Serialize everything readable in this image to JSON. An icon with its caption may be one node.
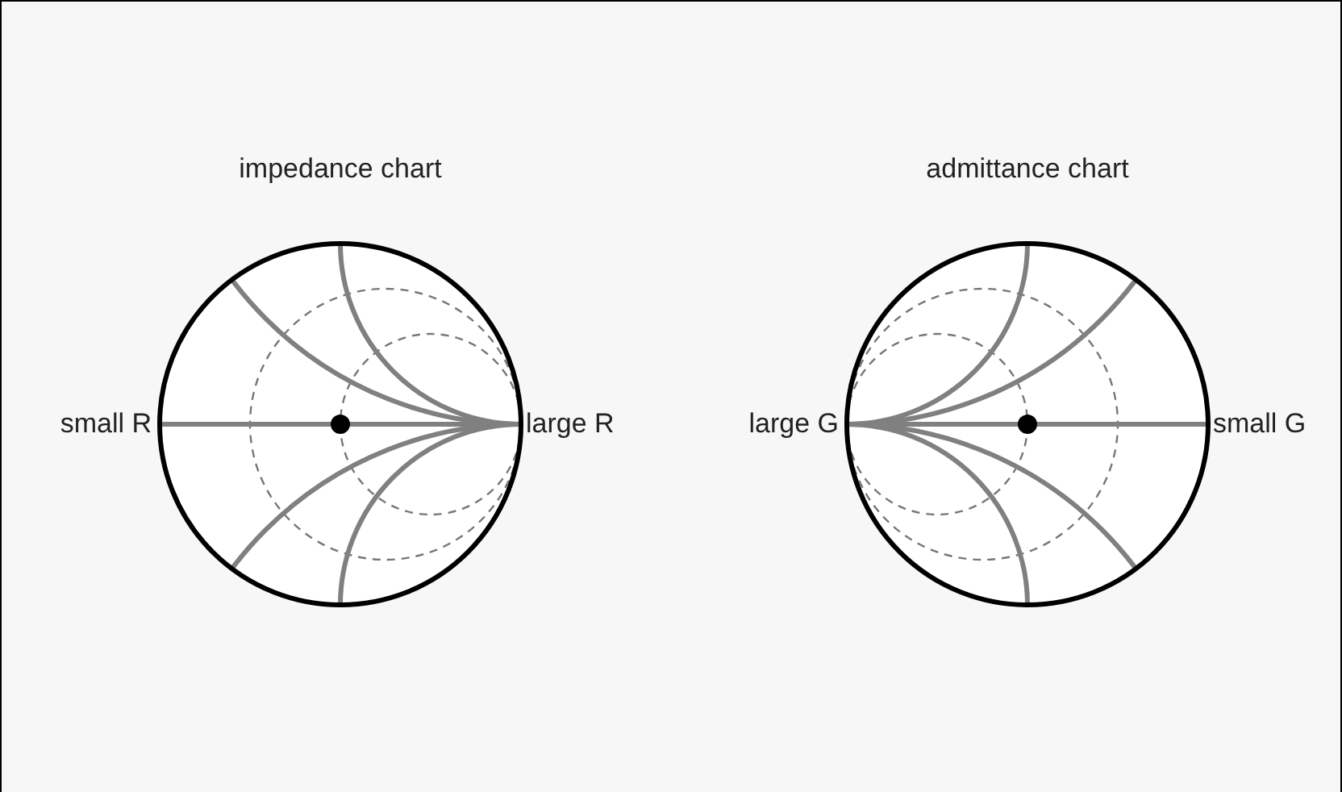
{
  "diagram": {
    "nodes": [
      {
        "text": [
          "impedance chart"
        ]
      },
      {
        "text": [
          "admittance chart"
        ]
      }
    ],
    "labels": [
      "small R",
      "large R",
      "large G",
      "small G"
    ]
  }
}
